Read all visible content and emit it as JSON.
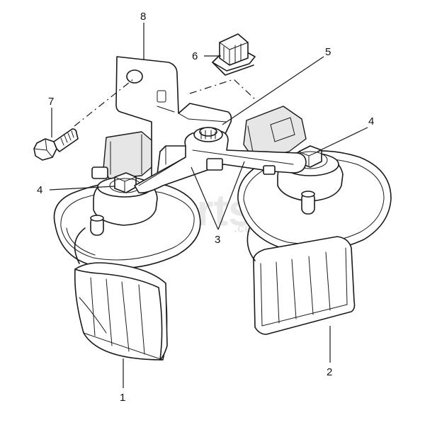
{
  "diagram": {
    "callouts": [
      {
        "id": "c1",
        "label": "1"
      },
      {
        "id": "c2",
        "label": "2"
      },
      {
        "id": "c3",
        "label": "3"
      },
      {
        "id": "c4a",
        "label": "4"
      },
      {
        "id": "c4b",
        "label": "4"
      },
      {
        "id": "c5",
        "label": "5"
      },
      {
        "id": "c6",
        "label": "6"
      },
      {
        "id": "c7",
        "label": "7"
      },
      {
        "id": "c8",
        "label": "8"
      }
    ],
    "watermark": {
      "main": "parts",
      "sub": ".com.ua"
    }
  }
}
